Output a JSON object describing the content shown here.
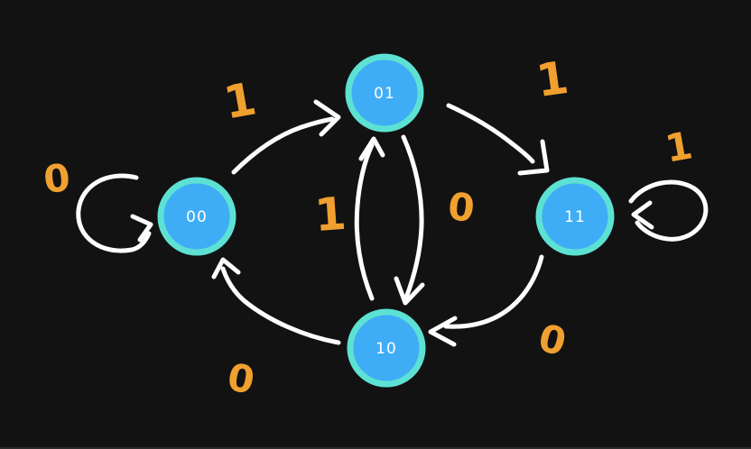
{
  "states": [
    {
      "id": "00",
      "label": "00"
    },
    {
      "id": "01",
      "label": "01"
    },
    {
      "id": "11",
      "label": "11"
    },
    {
      "id": "10",
      "label": "10"
    }
  ],
  "transitions": [
    {
      "from": "00",
      "to": "00",
      "label": "0"
    },
    {
      "from": "00",
      "to": "01",
      "label": "1"
    },
    {
      "from": "10",
      "to": "01",
      "label": "1"
    },
    {
      "from": "01",
      "to": "10",
      "label": "0"
    },
    {
      "from": "01",
      "to": "11",
      "label": "1"
    },
    {
      "from": "11",
      "to": "11",
      "label": "1"
    },
    {
      "from": "11",
      "to": "10",
      "label": "0"
    },
    {
      "from": "10",
      "to": "00",
      "label": "0"
    }
  ],
  "colors": {
    "background": "#121212",
    "state_fill": "#3fadf6",
    "state_ring": "#5de1d3",
    "state_label": "#ffffff",
    "arrow": "#fdfdfd",
    "transition_label": "#f0a02f",
    "edge": "#2b2b2b"
  }
}
